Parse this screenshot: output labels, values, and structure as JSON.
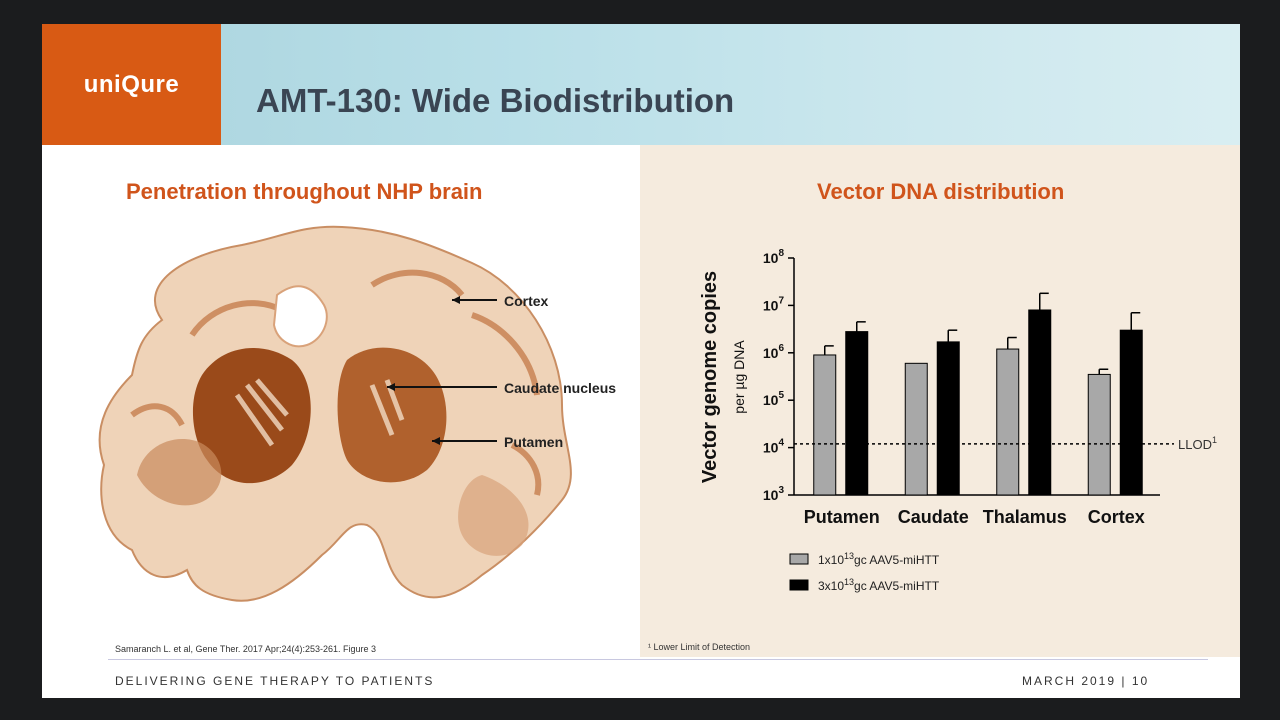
{
  "header": {
    "logo": "uniQure",
    "title": "AMT-130: Wide Biodistribution"
  },
  "left": {
    "heading": "Penetration throughout NHP brain",
    "labels": {
      "cortex": "Cortex",
      "caudate": "Caudate nucleus",
      "putamen": "Putamen"
    },
    "citation": "Samaranch L. et al, Gene Ther. 2017 Apr;24(4):253-261. Figure 3"
  },
  "right": {
    "heading": "Vector DNA distribution",
    "footnote": "¹ Lower Limit of Detection"
  },
  "chart_data": {
    "type": "bar",
    "scale": "log",
    "ylim": [
      1000,
      100000000
    ],
    "ylabel": "Vector genome copies",
    "ylabel_sub": "per µg DNA",
    "ytick_labels": [
      {
        "base": "10",
        "exp": "3"
      },
      {
        "base": "10",
        "exp": "4"
      },
      {
        "base": "10",
        "exp": "5"
      },
      {
        "base": "10",
        "exp": "6"
      },
      {
        "base": "10",
        "exp": "7"
      },
      {
        "base": "10",
        "exp": "8"
      }
    ],
    "categories": [
      "Putamen",
      "Caudate",
      "Thalamus",
      "Cortex"
    ],
    "series": [
      {
        "name": "1x10¹³gc AAV5-miHTT",
        "name_parts": {
          "pre": "1x10",
          "exp": "13",
          "post": "gc AAV5-miHTT"
        },
        "color": "#a8a8a8",
        "values": [
          900000,
          600000,
          1200000,
          350000
        ],
        "error": [
          1400000,
          null,
          2100000,
          450000
        ]
      },
      {
        "name": "3x10¹³gc AAV5-miHTT",
        "name_parts": {
          "pre": "3x10",
          "exp": "13",
          "post": "gc AAV5-miHTT"
        },
        "color": "#000000",
        "values": [
          2800000,
          1700000,
          8000000,
          3000000
        ],
        "error": [
          4500000,
          3000000,
          18000000,
          7000000
        ]
      }
    ],
    "reference_line": {
      "value": 12000,
      "label": "LLOD",
      "label_sup": "1"
    }
  },
  "footer": {
    "left": "DELIVERING GENE THERAPY TO PATIENTS",
    "right": "MARCH 2019 | 10"
  }
}
